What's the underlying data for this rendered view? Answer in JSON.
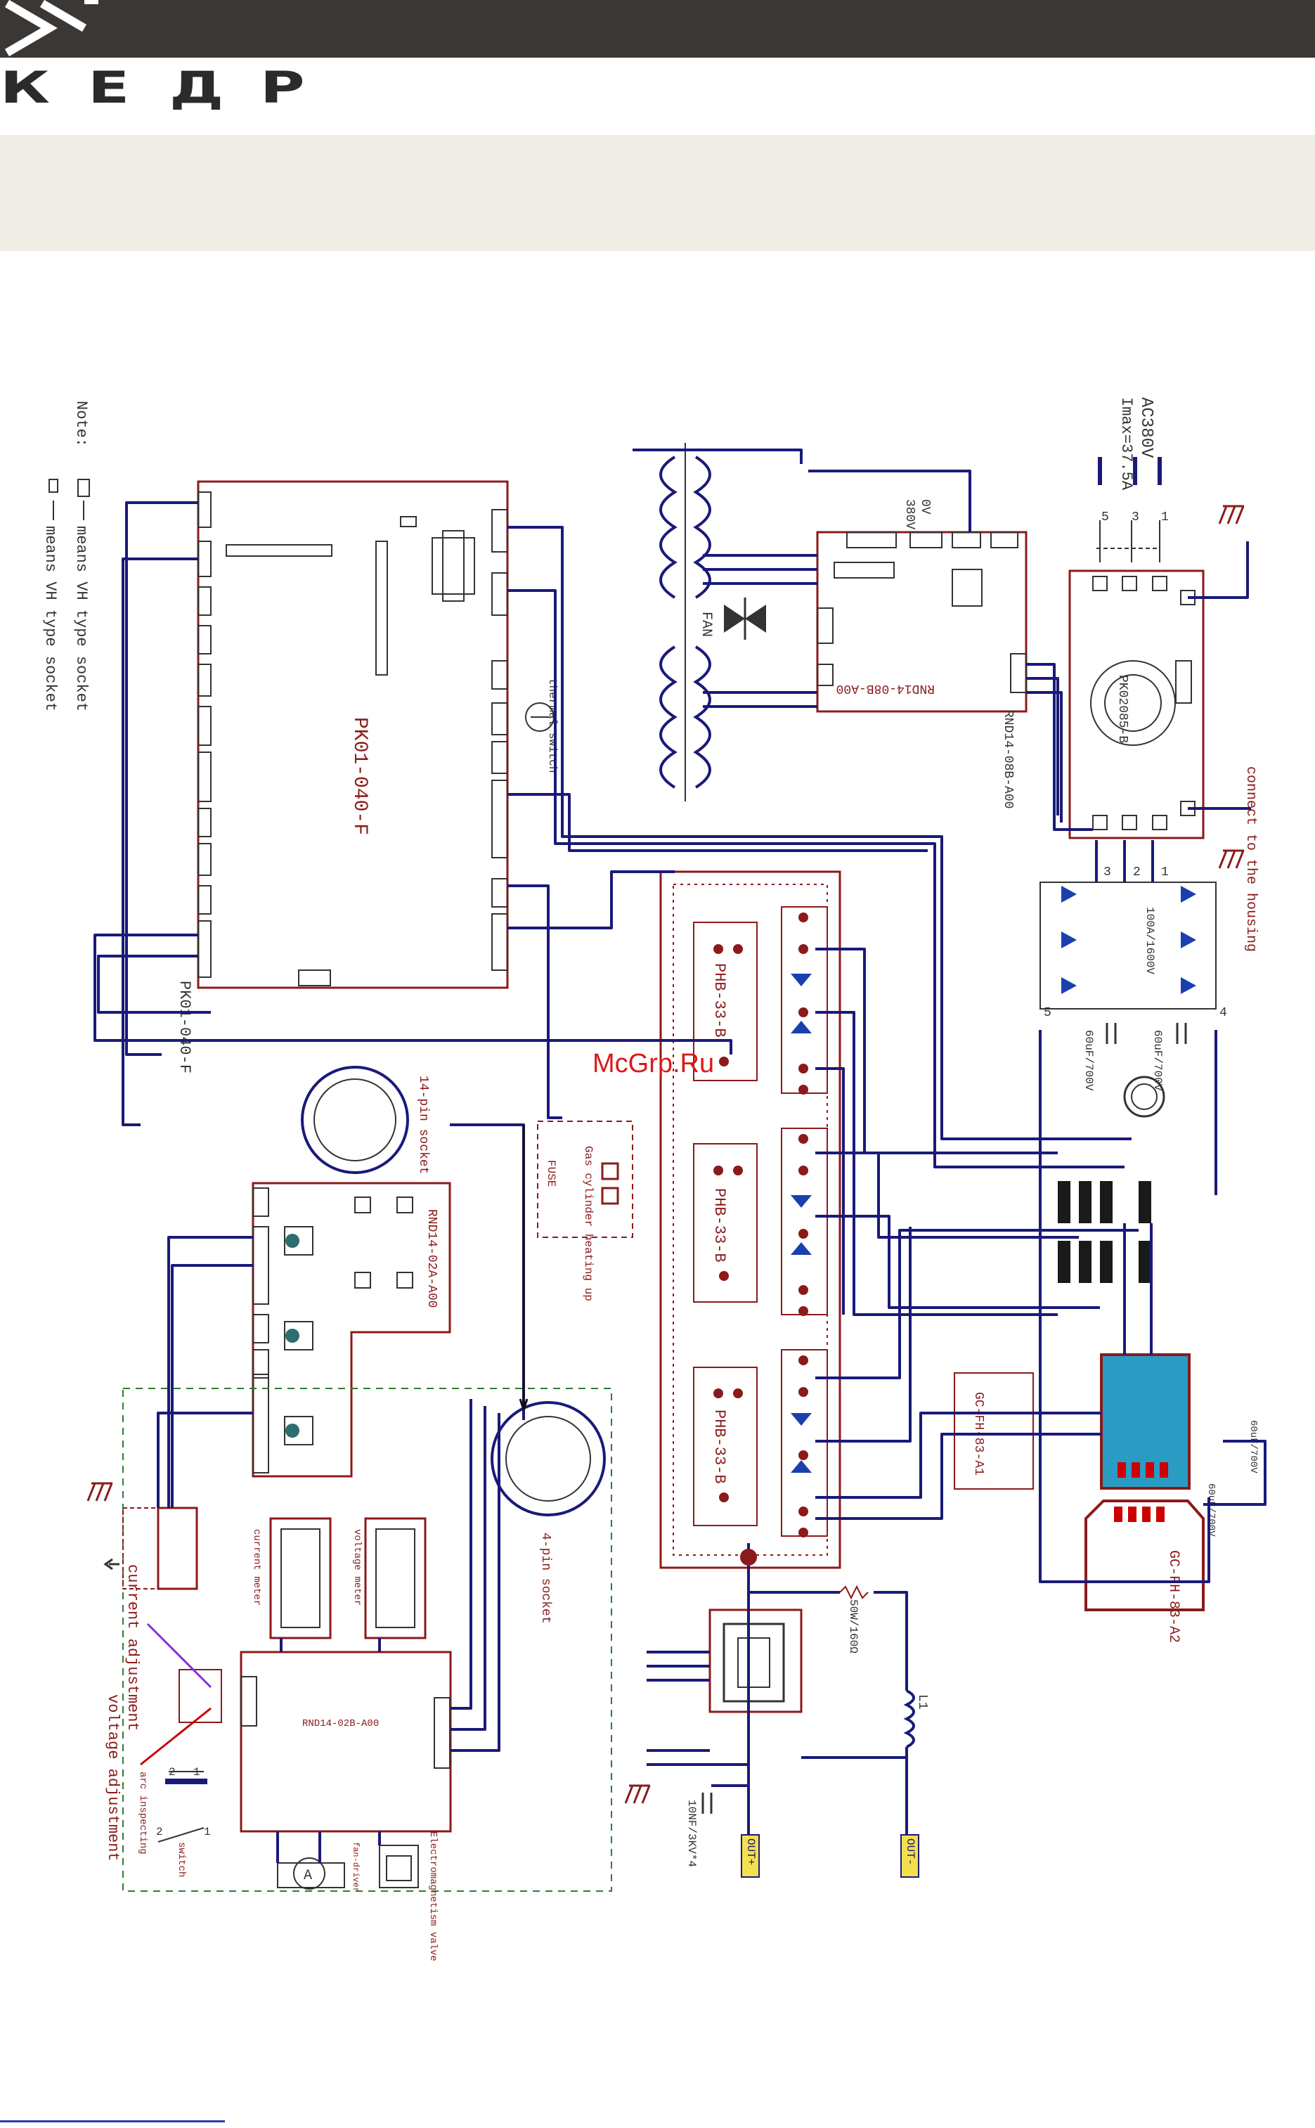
{
  "brand": {
    "letters": [
      "К",
      "Е",
      "Д",
      "Р"
    ]
  },
  "colors": {
    "wire_blue": "#1a1a7a",
    "wire_red": "#8b1a1a",
    "text_dark": "#333333",
    "heatsink": "#2a9cc4",
    "header": "#3a3735",
    "band": "#efede6"
  },
  "note": {
    "title": "Note:",
    "vh_large": "means VH type socket",
    "vh_small": "means VH type socket"
  },
  "power_input": {
    "label_ac": "AC380V",
    "label_imax": "Imax=37.5A",
    "phases": [
      "5",
      "3",
      "1"
    ],
    "outputs": [
      "3",
      "2",
      "1"
    ]
  },
  "housing_note": "connect to the housing",
  "boards": {
    "pk01": "PK01-040-F",
    "pk01_side": "PK01-040-F",
    "rnd14_08b": "RND14-08B-A00",
    "rnd14_08b_side": "RND14-08B-A00",
    "rnd14_02a": "RND14-02A-A00",
    "rnd14_02b": "RND14-02B-A00",
    "pk02": "PK02085-B"
  },
  "transformer": {
    "tap_0v": "0V",
    "tap_380v": "380V",
    "tap_label": "380V",
    "fan": "FAN"
  },
  "rectifier": {
    "bridge": "100A/1600V",
    "n4": "4",
    "n5": "5"
  },
  "capacitors": {
    "c1": "60uF/700V",
    "c2": "60uF/700V",
    "c3": "60uF/700V",
    "c4": "60uF/700V",
    "c5": "10NF/3KV*4"
  },
  "modules": [
    "PHB-33-B",
    "PHB-33-B",
    "PHB-33-B"
  ],
  "gc_modules": {
    "a1": "GC-FH-83-A1",
    "a2": "GC-FH-83-A2"
  },
  "resistor": "50W/160Ω",
  "inductor": "L1",
  "thermal": "thermal switch",
  "gas": {
    "label": "Gas cylinder heating up",
    "fuse": "FUSE"
  },
  "sockets": {
    "pin14": "14-pin socket",
    "pin4": "4-pin socket"
  },
  "meters": {
    "current": "current meter",
    "voltage": "voltage meter"
  },
  "adjust": {
    "current": "current adjustment",
    "voltage": "voltage adjustment"
  },
  "switches": {
    "arc": "arc inspecting",
    "switch": "switch",
    "sw_left": "2",
    "sw_right": "1",
    "sw2_left": "2",
    "sw2_right": "1"
  },
  "valve": {
    "ammeter": "A",
    "fan_small": "fan-driver",
    "valve": "Electromagnetism valve"
  },
  "outputs": {
    "plus": "OUT+",
    "minus": "OUT-"
  },
  "watermark": "McGrp.Ru"
}
